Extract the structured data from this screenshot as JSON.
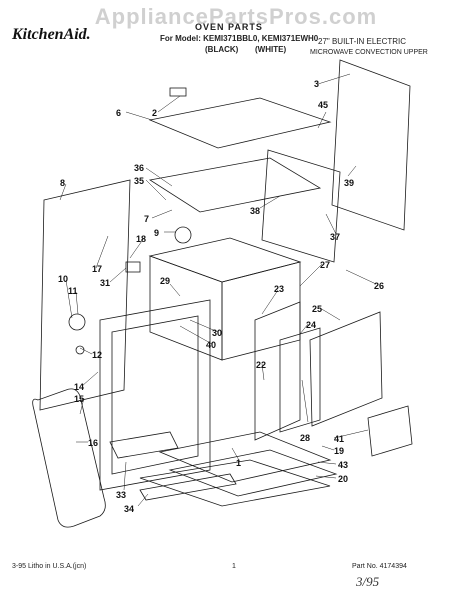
{
  "watermark": "AppliancePartsPros.com",
  "brand": "KitchenAid.",
  "header": {
    "title": "OVEN PARTS",
    "models_line": "For Model: KEMI371BBL0, KEMI371EWH0",
    "variant_black": "(BLACK)",
    "variant_white": "(WHITE)",
    "description_1": "27\" BUILT-IN ELECTRIC",
    "description_2": "MICROWAVE CONVECTION UPPER"
  },
  "callouts": [
    "3",
    "2",
    "45",
    "6",
    "1",
    "39",
    "36",
    "35",
    "38",
    "8",
    "7",
    "9",
    "18",
    "17",
    "37",
    "27",
    "26",
    "10",
    "11",
    "31",
    "29",
    "23",
    "25",
    "30",
    "40",
    "24",
    "22",
    "12",
    "14",
    "15",
    "16",
    "28",
    "41",
    "19",
    "43",
    "20",
    "33",
    "34"
  ],
  "footer": {
    "date_line": "3-95  Litho in U.S.A.(jcn)",
    "page_number": "1",
    "part_number": "Part No. 4174394"
  },
  "signature": "3/95",
  "colors": {
    "line": "#1a1a1a",
    "paper": "#ffffff",
    "watermark": "#969696"
  }
}
